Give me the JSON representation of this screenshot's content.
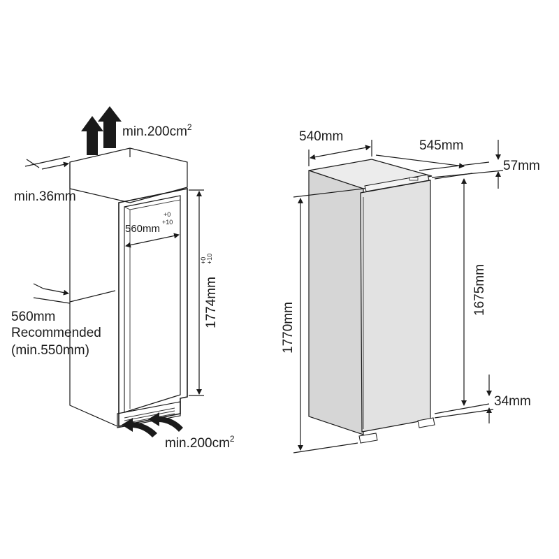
{
  "niche": {
    "top_vent_label": "min.200cm",
    "top_vent_sup": "2",
    "side_gap_label": "min.36mm",
    "inner_width_label": "560mm",
    "inner_width_tol_top": "+0",
    "inner_width_tol_bottom": "+10",
    "height_label": "1774mm",
    "height_tol_top": "+0",
    "height_tol_bottom": "+10",
    "depth_label_1": "560mm",
    "depth_label_2": "Recommended",
    "depth_label_3": "(min.550mm)",
    "bottom_vent_label": "min.200cm",
    "bottom_vent_sup": "2"
  },
  "appliance": {
    "width_label": "540mm",
    "depth_label": "545mm",
    "top_offset_label": "57mm",
    "door_height_label": "1675mm",
    "total_height_label": "1770mm",
    "bottom_offset_label": "34mm"
  },
  "colors": {
    "body_fill": "#d6d6d6",
    "top_fill": "#ececec",
    "door_fill": "#e2e2e2",
    "line": "#1a1a1a"
  }
}
